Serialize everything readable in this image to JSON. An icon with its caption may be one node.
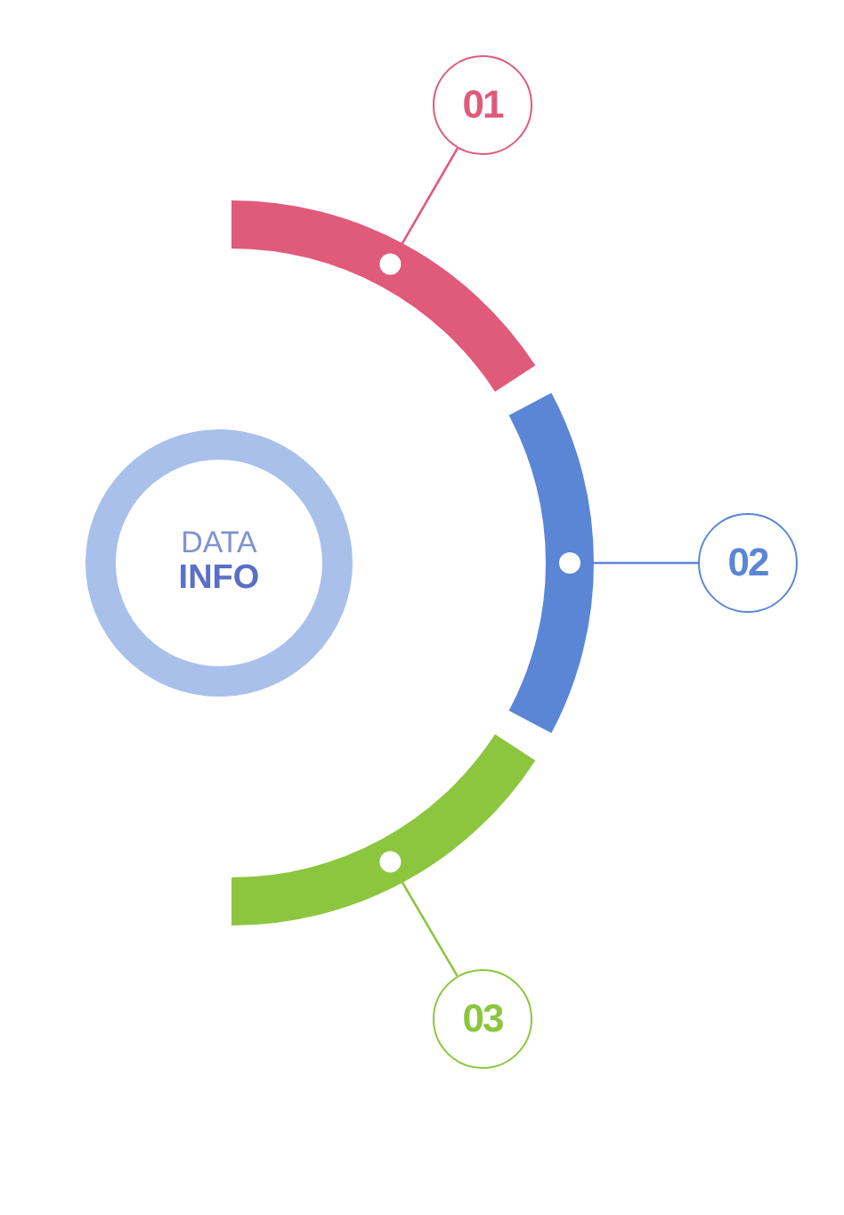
{
  "diagram": {
    "nodes": [
      {
        "text": [
          "01"
        ]
      },
      {
        "text": [],
        "shape": "bar"
      },
      {
        "text": [
          "DATA",
          "INFO"
        ]
      },
      {
        "text": [],
        "shape": "bar"
      },
      {
        "text": [
          "02"
        ]
      },
      {
        "text": [],
        "shape": "bar"
      },
      {
        "text": [
          "03"
        ]
      }
    ],
    "edges": [
      {
        "from": 0,
        "to": 1,
        "arrow": "none",
        "color": "#e05a7a"
      },
      {
        "from": 4,
        "to": 3,
        "arrow": "none",
        "color": "#5b86d6"
      },
      {
        "from": 6,
        "to": 5,
        "arrow": "none",
        "color": "#8cc63f"
      }
    ]
  }
}
